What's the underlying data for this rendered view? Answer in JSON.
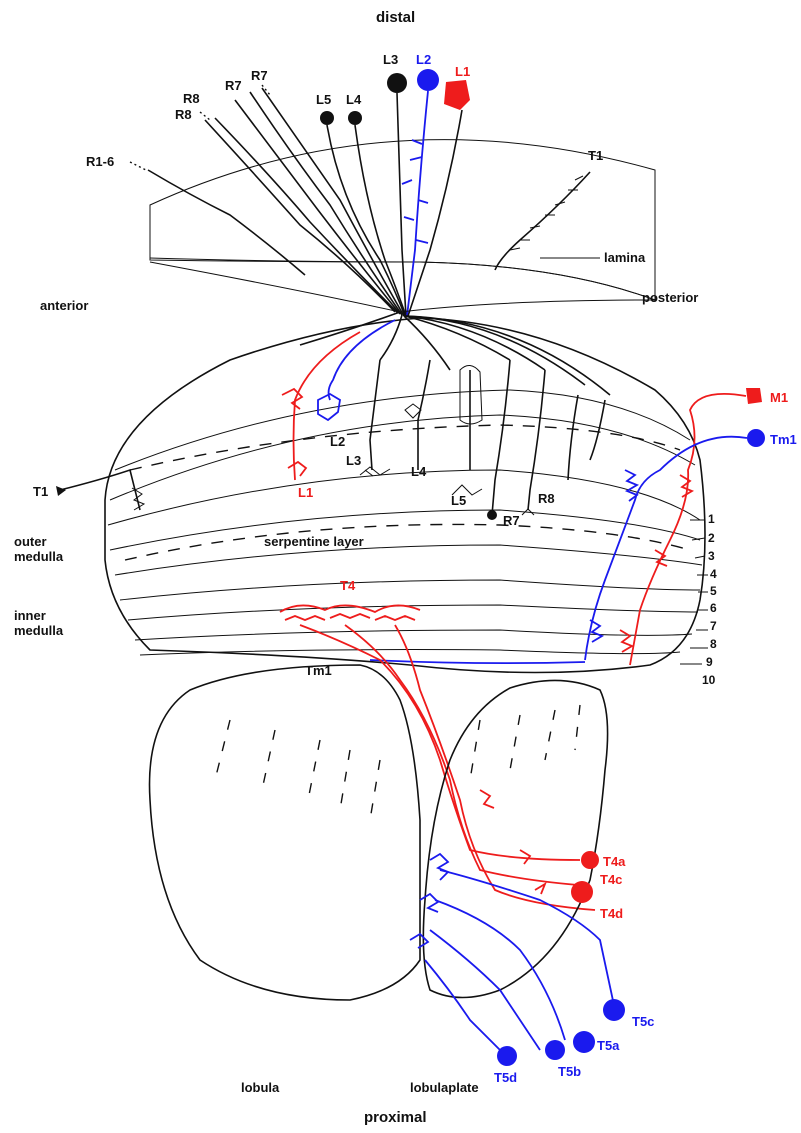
{
  "orientation": {
    "distal": "distal",
    "proximal": "proximal",
    "anterior": "anterior",
    "posterior": "posterior"
  },
  "regions": {
    "lamina": "lamina",
    "outer_medulla": [
      "outer",
      "medulla"
    ],
    "inner_medulla": [
      "inner",
      "medulla"
    ],
    "serpentine": "serpentine layer",
    "lobula": "lobula",
    "lobulaplate": "lobulaplate"
  },
  "layers": [
    "1",
    "2",
    "3",
    "4",
    "5",
    "6",
    "7",
    "8",
    "9",
    "10"
  ],
  "neurons_top": {
    "R1_6": "R1-6",
    "R8a": "R8",
    "R8b": "R8",
    "R7a": "R7",
    "R7b": "R7",
    "L5": "L5",
    "L4": "L4",
    "L3": "L3",
    "L2": "L2",
    "L1": "L1",
    "T1": "T1"
  },
  "neurons_medulla": {
    "T1": "T1",
    "L2": "L2",
    "L3": "L3",
    "L4": "L4",
    "L1": "L1",
    "L5": "L5",
    "R7": "R7",
    "R8": "R8",
    "M1": "M1",
    "Tm1": "Tm1",
    "T4": "T4",
    "Tm1_lower": "Tm1"
  },
  "neurons_lobula": {
    "T4a": "T4a",
    "T4c": "T4c",
    "T4d": "T4d",
    "T5c": "T5c",
    "T5a": "T5a",
    "T5b": "T5b",
    "T5d": "T5d"
  },
  "colors": {
    "red": "#ee1c1c",
    "blue": "#1a1aee",
    "ink": "#111111"
  }
}
